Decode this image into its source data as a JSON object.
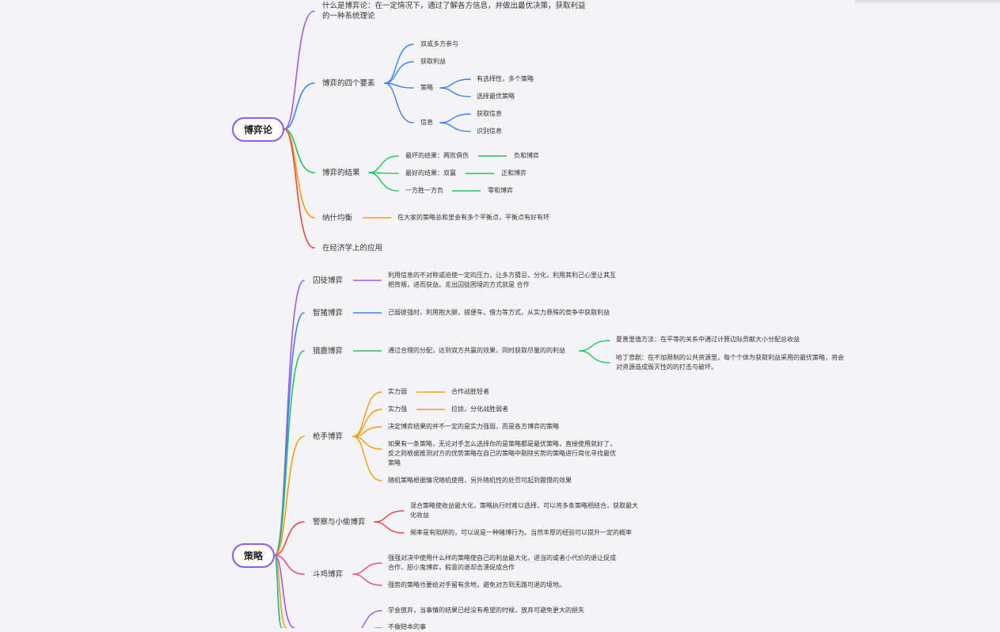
{
  "colors": {
    "purple": "#a855f7",
    "blue": "#3b82f6",
    "green": "#22c55e",
    "orange": "#f59e0b",
    "red": "#ef4444",
    "pink": "#ec4899",
    "teal": "#14b8a6"
  },
  "map1": {
    "root": "博弈论",
    "definition": "什么是博弈论：在一定情况下，通过了解各方信息，并做出最优决策，获取利益的一种系统理论",
    "elements": {
      "label": "博弈的四个要素",
      "participants": "双或多方参与",
      "gain": "获取利益",
      "strategy": "策略",
      "strategy_a": "有选择性，多个策略",
      "strategy_b": "选择最优策略",
      "info": "信息",
      "info_a": "获取信息",
      "info_b": "识别信息"
    },
    "outcomes": {
      "label": "博弈的结果",
      "worst": "最坏的结果：两败俱伤",
      "worst_r": "负和博弈",
      "best": "最好的结果：双赢",
      "best_r": "正和博弈",
      "zero": "一方胜一方负",
      "zero_r": "零和博弈"
    },
    "nash": {
      "label": "纳什均衡",
      "desc": "在大家的策略总和里会有多个平衡点，平衡点有好有坏"
    },
    "econ": "在经济学上的应用"
  },
  "map2": {
    "root": "策略",
    "prisoner": {
      "label": "囚徒博弈",
      "desc": "利用信息的不对称或迫使一定的压力，让多方猜忌，分化，利用其利己心里让其互相背叛，进而获益。走出囚徒困境的方式就是 合作"
    },
    "pig": {
      "label": "智猪博弈",
      "desc": "己弱彼强时，利用抱大腿，搭便车，借力等方式，从实力悬殊的竞争中获取利益"
    },
    "stag": {
      "label": "猎鹿博弈",
      "desc": "通过合理的分配，达到双方共赢的效果，同时获取尽量的的利益",
      "shapley": "夏普里值方法：在平等的关系中通过计算边际贡献大小分配总收益",
      "hardin": "哈丁悲剧：在不加限制的公共资源里，每个个体为获取利益采用的最优策略，将会对资源造成毁灭性的的打击与破坏。"
    },
    "gunman": {
      "label": "枪手博弈",
      "weak": "实力弱",
      "weak_r": "合作战胜轻者",
      "strong": "实力强",
      "strong_r": "拉拢，分化战胜弱者",
      "decide": "决定博弈结果的并不一定的是实力强弱，而是各方博弈的策略",
      "dominant": "如果有一条策略，无论对手怎么选择你的是策略都是最优策略，直接使用就好了，反之则根据推测对方的优势策略在自己的策略中剔除劣势的策略进行简化寻找最优策略",
      "random": "随机策略根据情况随机使用，另外随机性的处罚可起到震慑的效果"
    },
    "police": {
      "label": "警察与小偷博弈",
      "mixed": "混合策略使收益最大化，策略执行时难以选择，可以将多条策略相结合，获取最大化收益",
      "freq": "频率是有陷阱的，可以说是一种赌博行为。当然丰厚的经验可以提升一定的概率"
    },
    "chicken": {
      "label": "斗鸡博弈",
      "a": "强强对决中使用什么样的策略使自己的利益最大化，进当的或者小代价的退让促成合作，胆小鬼博弈，假意的退却击溃促成合作",
      "b": "强势的策略也要给对手留有余地，避免对方到无路可退的境地。"
    },
    "next": {
      "a": "学会放弃，当事情的结果已经没有希望的时候，放弃可避免更大的损失",
      "b": "不做赔本的事"
    }
  }
}
